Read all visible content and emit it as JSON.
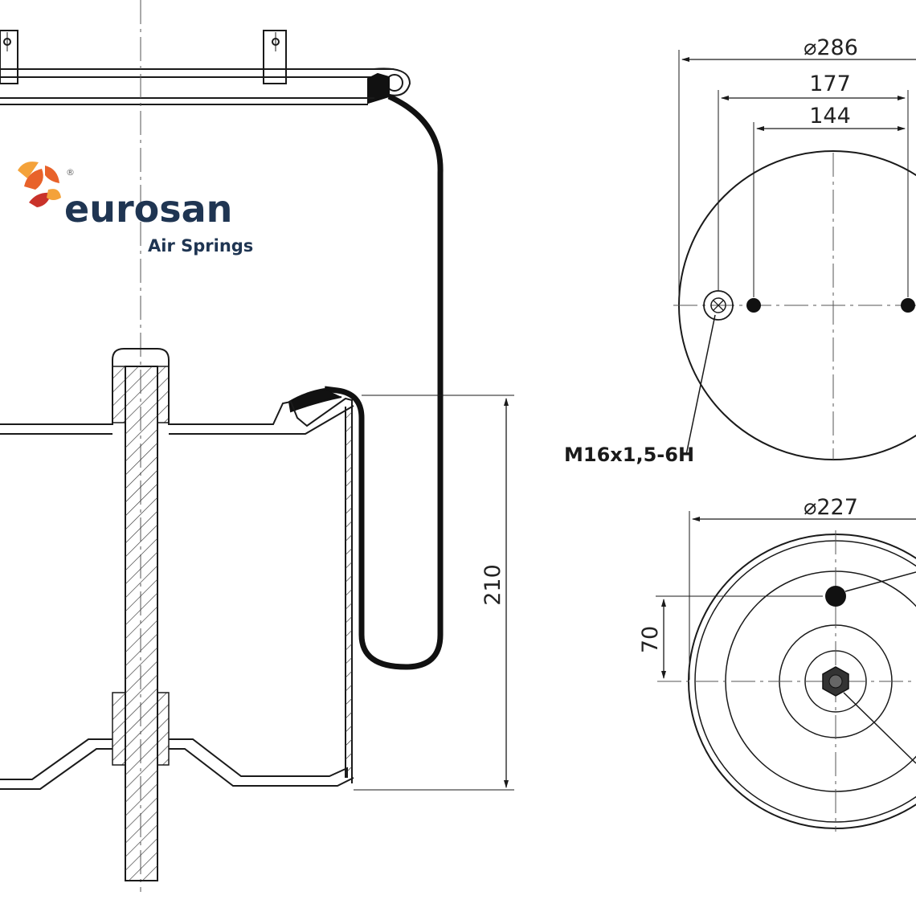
{
  "brand": {
    "name": "eurosan",
    "subtitle": "Air Springs",
    "registered_mark": "®",
    "logo_colors": [
      "#e8622a",
      "#f4a23a",
      "#c9322a"
    ],
    "text_color": "#1f3552"
  },
  "side_view": {
    "height_dimension": "210"
  },
  "top_plate_view": {
    "outer_diameter": "286",
    "bolt_spacing_outer": "177",
    "bolt_spacing_inner": "144",
    "thread_spec": "M16x1,5-6H"
  },
  "bottom_piston_view": {
    "outer_diameter": "227",
    "offset_dimension": "70"
  },
  "colors": {
    "line": "#1a1a1a",
    "center_line": "#555555"
  }
}
